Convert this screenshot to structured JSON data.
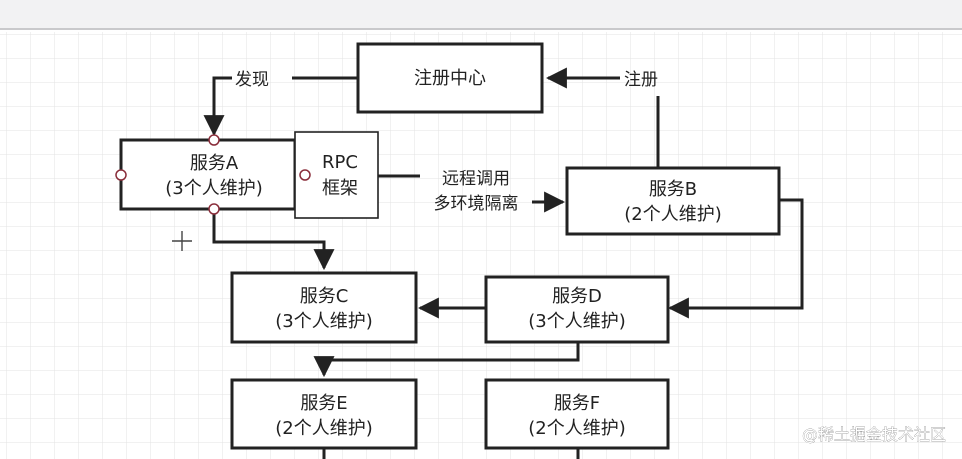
{
  "nodes": {
    "registry": {
      "line1": "注册中心"
    },
    "service_a": {
      "line1": "服务A",
      "line2": "(3个人维护)"
    },
    "rpc": {
      "line1": "RPC",
      "line2": "框架"
    },
    "service_b": {
      "line1": "服务B",
      "line2": "(2个人维护)"
    },
    "service_c": {
      "line1": "服务C",
      "line2": "(3个人维护)"
    },
    "service_d": {
      "line1": "服务D",
      "line2": "(3个人维护)"
    },
    "service_e": {
      "line1": "服务E",
      "line2": "(2个人维护)"
    },
    "service_f": {
      "line1": "服务F",
      "line2": "(2个人维护)"
    }
  },
  "edges": {
    "discover": "发现",
    "register": "注册",
    "remote_line1": "远程调用",
    "remote_line2": "多环境隔离"
  },
  "watermark": "@稀土掘金技术社区",
  "colors": {
    "stroke": "#222222",
    "grid": "#e3e3e3",
    "topbar": "#f2f2f3"
  }
}
